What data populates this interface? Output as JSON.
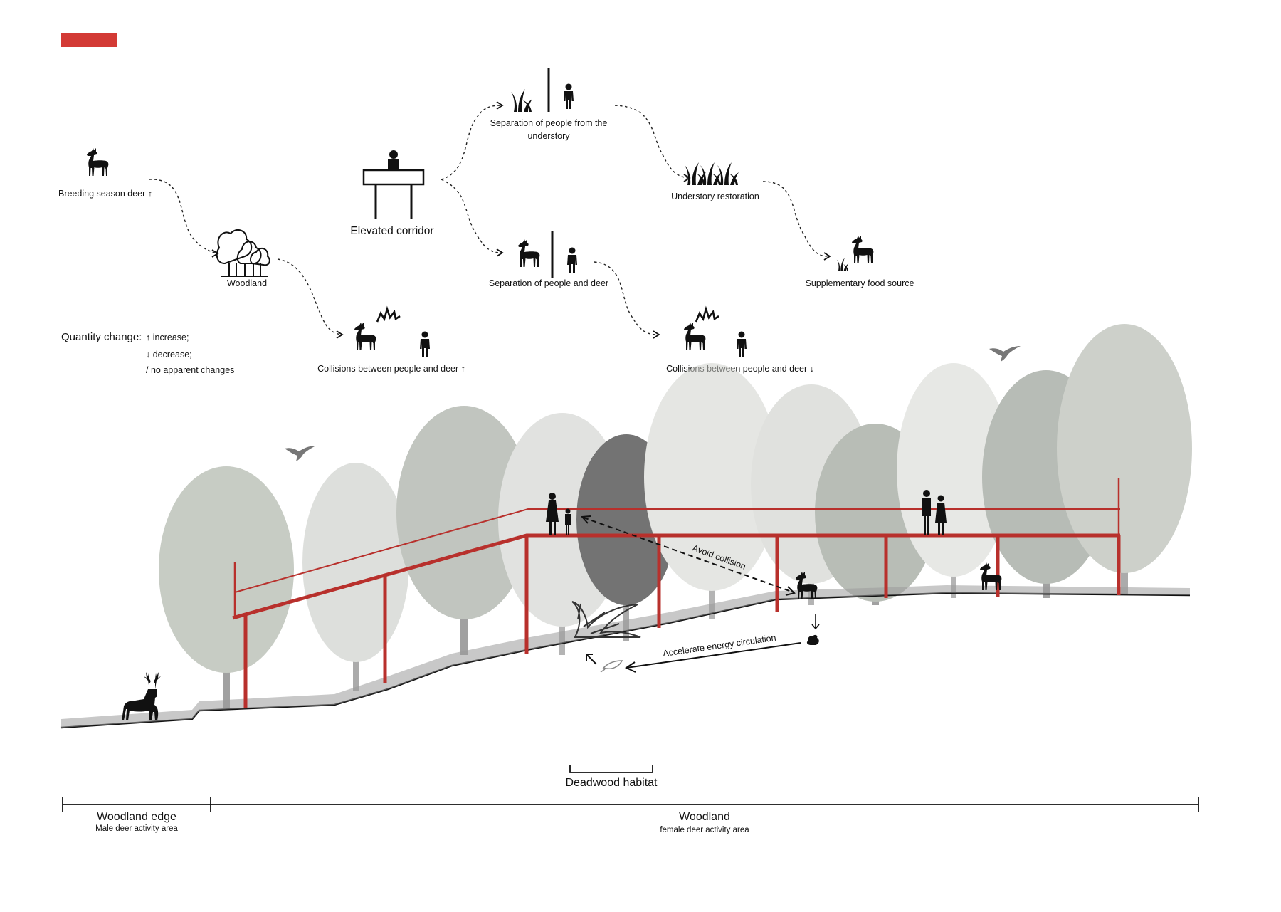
{
  "accent_color": "#d33a35",
  "structure_color": "#b8302c",
  "flow": {
    "breeding": "Breeding season deer ↑",
    "woodland": "Woodland",
    "collisions_up": "Collisions between people and deer ↑",
    "corridor": "Elevated corridor",
    "sep_understory": [
      "Separation of people from the",
      "understory"
    ],
    "sep_deer": "Separation of people and deer",
    "understory": "Understory restoration",
    "supplementary": "Supplementary food source",
    "collisions_down": "Collisions between people and deer ↓"
  },
  "legend": {
    "title": "Quantity change:",
    "increase": "↑ increase;",
    "decrease": "↓ decrease;",
    "no_change": "/ no apparent changes"
  },
  "section": {
    "avoid": "Avoid collision",
    "energy": "Accelerate energy circulation",
    "deadwood": "Deadwood habitat",
    "edge_title": "Woodland edge",
    "edge_sub": "Male deer activity area",
    "wood_title": "Woodland",
    "wood_sub": "female deer activity area"
  },
  "icons": [
    "deer-icon",
    "trees-icon",
    "person-icon",
    "grass-icon",
    "burst-icon",
    "corridor-icon",
    "bird-icon",
    "stag-icon",
    "deadwood-icon",
    "dropping-icon",
    "leaf-icon"
  ]
}
